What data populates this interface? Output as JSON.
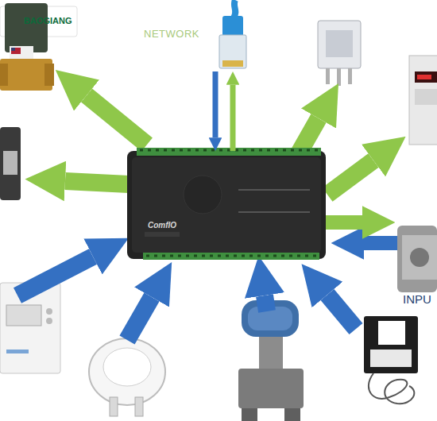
{
  "diagram": {
    "nodes": [
      {
        "text": [
          "NETWORK"
        ]
      },
      {
        "text": [
          "ComfIO"
        ]
      }
    ],
    "edges": [
      {
        "from": 0,
        "to": 1,
        "arrow": "to"
      },
      {
        "from": 1,
        "to": 0,
        "arrow": "to"
      }
    ],
    "labels": [
      "BAOGIANG",
      "INPU"
    ]
  }
}
